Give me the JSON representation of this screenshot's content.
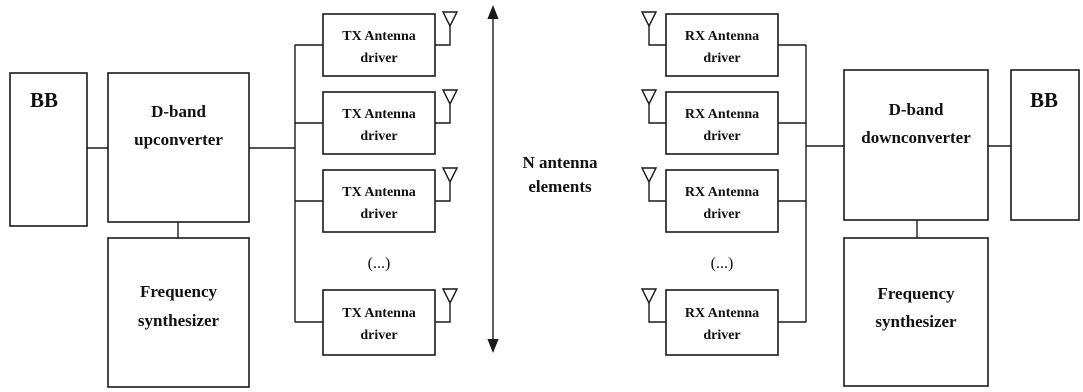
{
  "tx": {
    "baseband": "BB",
    "upconverter": [
      "D-band",
      "upconverter"
    ],
    "synthesizer": [
      "Frequency",
      "synthesizer"
    ],
    "driver_line1": "TX Antenna",
    "driver_line2": "driver",
    "ellipsis": "(...)"
  },
  "middle": {
    "label_line1": "N antenna",
    "label_line2": "elements"
  },
  "rx": {
    "baseband": "BB",
    "downconverter": [
      "D-band",
      "downconverter"
    ],
    "synthesizer": [
      "Frequency",
      "synthesizer"
    ],
    "driver_line1": "RX Antenna",
    "driver_line2": "driver",
    "ellipsis": "(...)"
  },
  "driver_rows_visible": 4
}
